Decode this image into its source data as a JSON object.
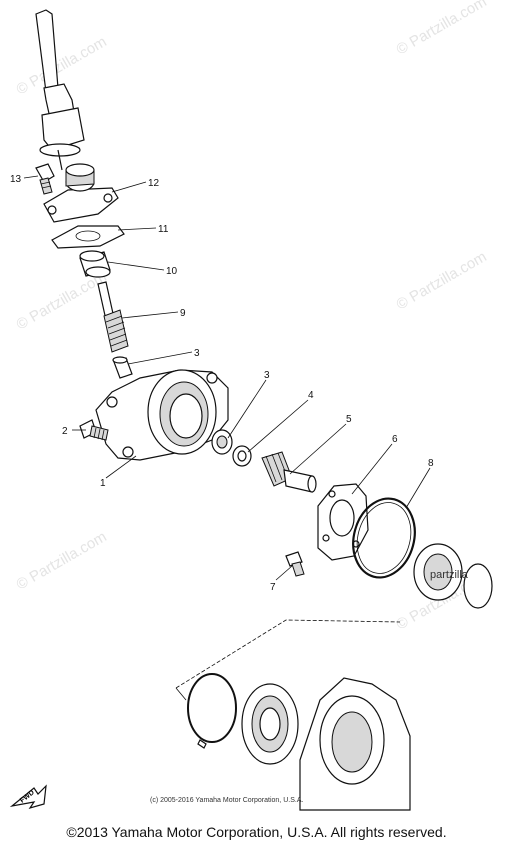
{
  "watermark": "© Partzilla.com",
  "watermark_inline": "partzilla",
  "callouts": [
    "13",
    "12",
    "11",
    "10",
    "9",
    "3",
    "3",
    "4",
    "5",
    "6",
    "8",
    "2",
    "1",
    "7"
  ],
  "fwd_label": "FWD",
  "inner_copyright": "(c) 2005-2016 Yamaha Motor Corporation, U.S.A.",
  "footer": "©2013 Yamaha Motor Corporation, U.S.A. All rights reserved."
}
